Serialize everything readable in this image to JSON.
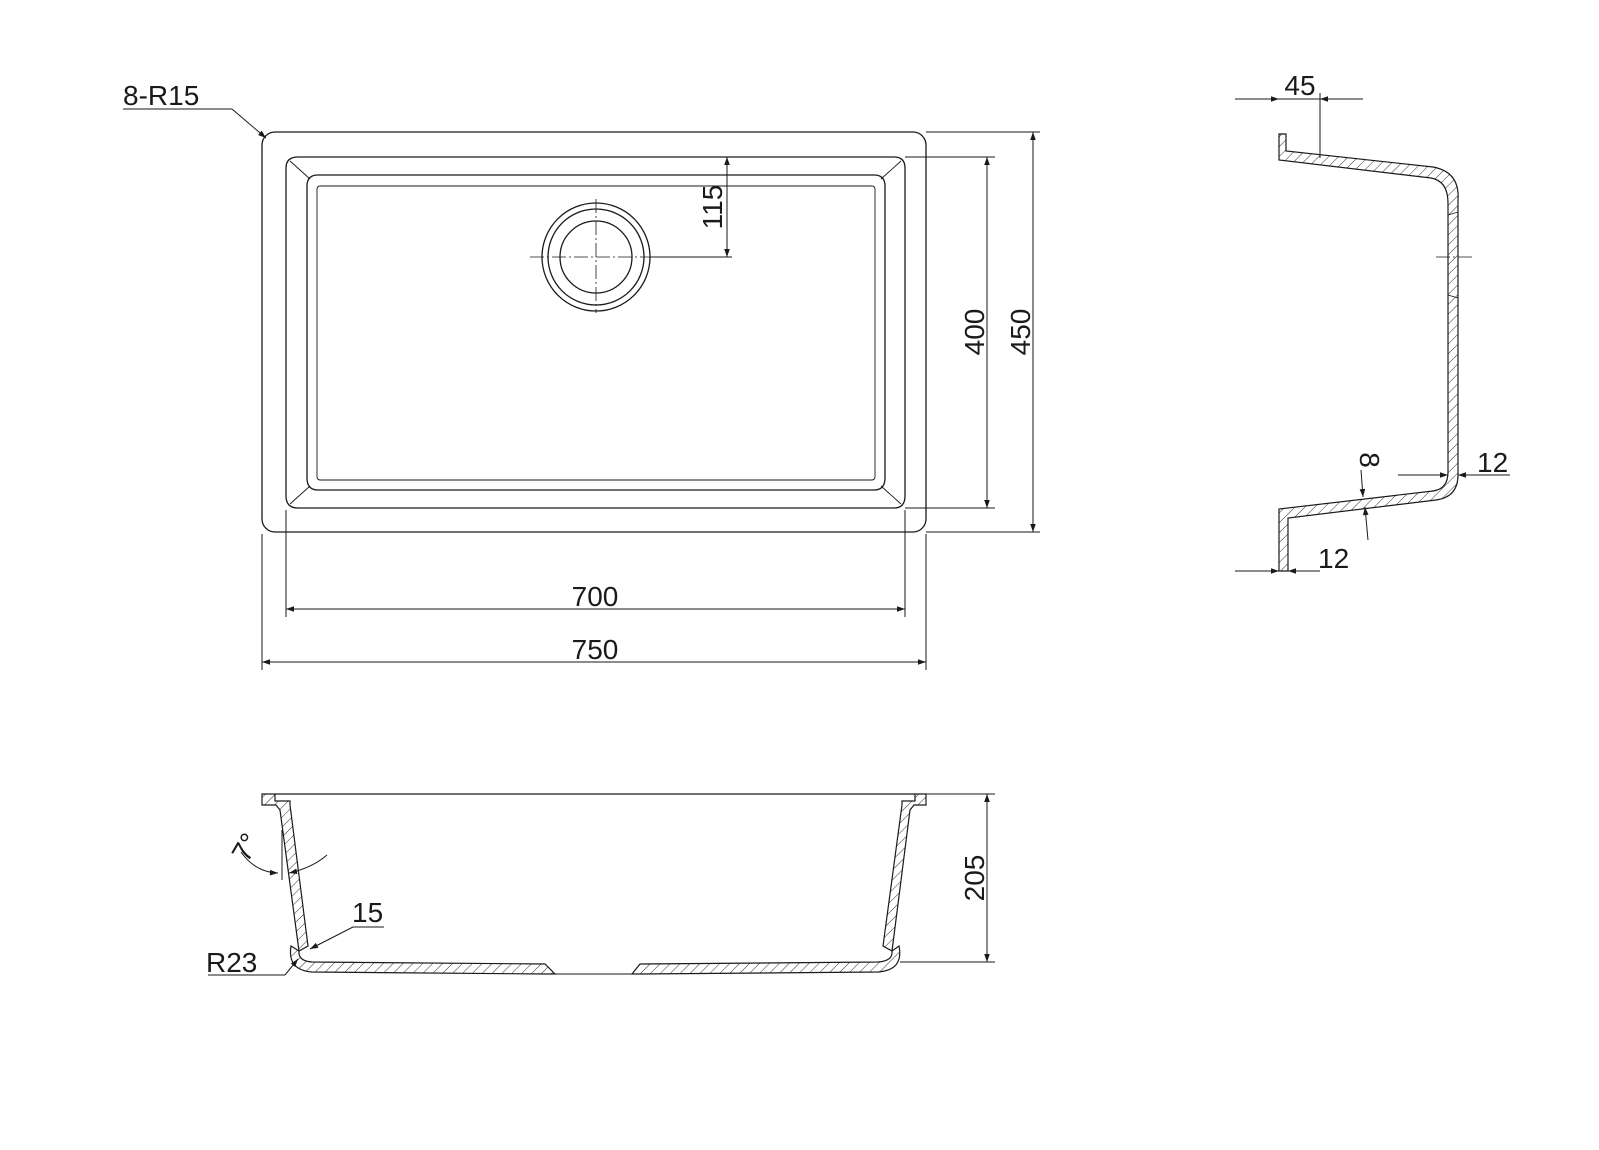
{
  "labels": {
    "corner_radius": "8-R15",
    "width_inner": "700",
    "width_outer": "750",
    "depth_inner": "400",
    "depth_outer": "450",
    "drain_offset": "115",
    "flange_width": "45",
    "wall_side": "12",
    "wall_bottom": "12",
    "bottom_thickness": "8",
    "height": "205",
    "draft_angle": "7°",
    "bottom_radius_wall": "15",
    "bottom_radius": "R23"
  }
}
